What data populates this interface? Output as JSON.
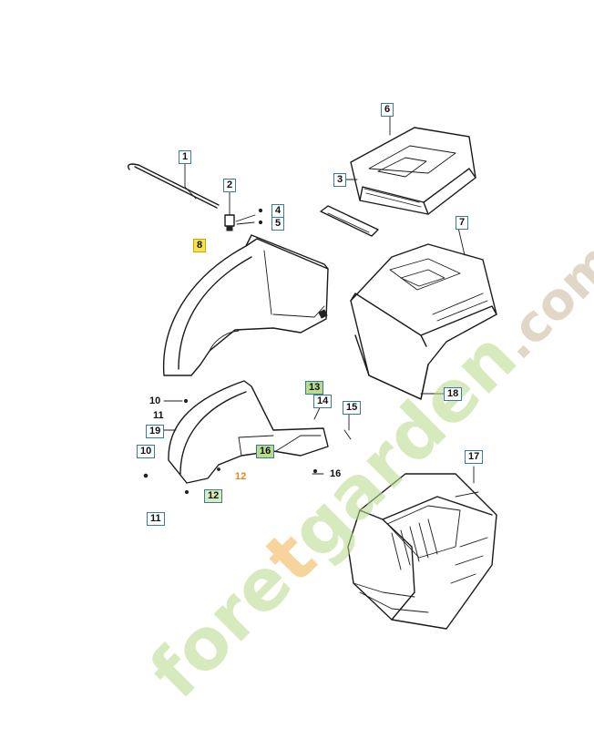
{
  "callouts": {
    "c1": "1",
    "c2": "2",
    "c3": "3",
    "c4": "4",
    "c5": "5",
    "c6": "6",
    "c7": "7",
    "c8": "8",
    "c10a": "10",
    "c11a": "11",
    "c19": "19",
    "c13": "13",
    "c14": "14",
    "c15": "15",
    "c16a": "16",
    "c12a": "12",
    "c16b": "16",
    "c10b": "10",
    "c12b": "12",
    "c11b": "11",
    "c17": "17",
    "c18": "18"
  },
  "watermark": {
    "part1": "fore",
    "part2": "t",
    "part3": "garden",
    "part4": ".com",
    "colors": {
      "green": "#b8d98a",
      "orange": "#f2b24a",
      "brown": "#c9b79a"
    }
  }
}
